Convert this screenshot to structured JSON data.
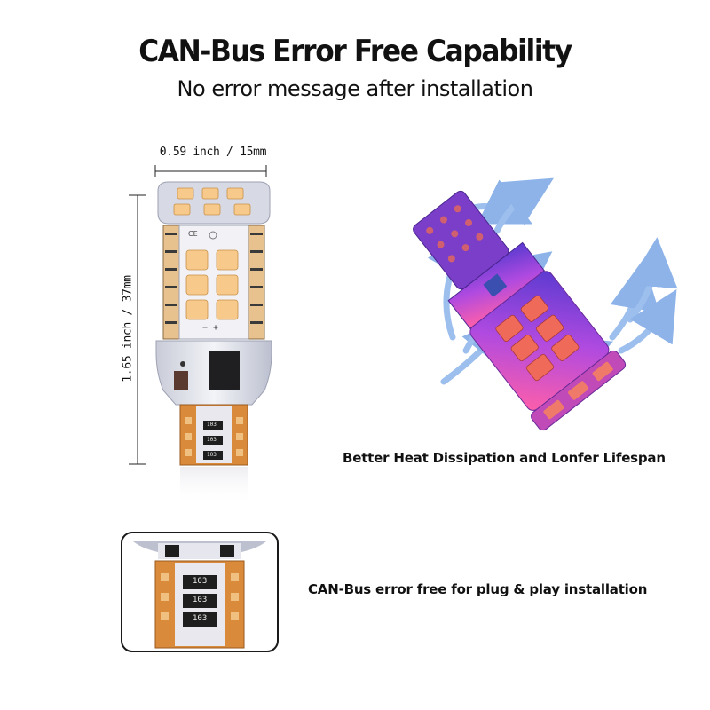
{
  "header": {
    "title": "CAN-Bus Error Free Capability",
    "subtitle": "No error message after installation"
  },
  "dimensions": {
    "width_label": "0.59 inch / 15mm",
    "height_label": "1.65 inch / 37mm"
  },
  "bulb_markings": {
    "ce_mark": "CE",
    "polarity": "− +",
    "resistor_code": "103"
  },
  "features": {
    "heat_caption": "Better Heat Dissipation and Lonfer Lifespan",
    "canbus_caption": "CAN-Bus error free for plug & play installation"
  },
  "colors": {
    "led_warm": "#f7c98a",
    "pcb_orange": "#d98a3a",
    "airflow_blue": "#7aa6e6",
    "heat_purple": "#8a3fd6"
  }
}
